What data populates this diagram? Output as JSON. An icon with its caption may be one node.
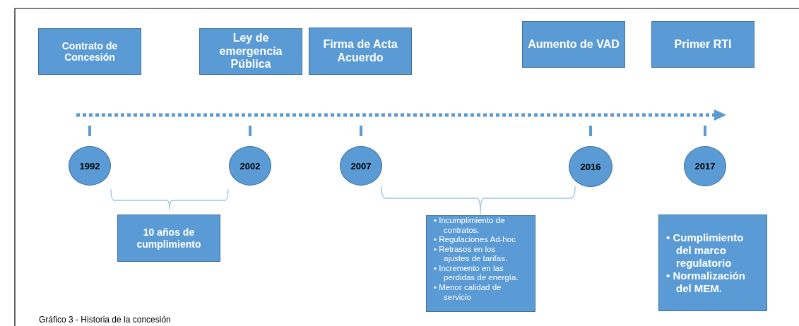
{
  "diagram": {
    "caption": "Gráfico 3 - Historia de la concesión",
    "nodes": [
      {
        "text": [
          "Contrato de Concesión"
        ]
      },
      {
        "text": [
          "Ley de emergencia Pública"
        ]
      },
      {
        "text": [
          "Firma de Acta Acuerdo"
        ]
      },
      {
        "text": [
          "Aumento de VAD"
        ]
      },
      {
        "text": [
          "Primer RTI"
        ]
      },
      {
        "text": [
          "1992"
        ]
      },
      {
        "text": [
          "2002"
        ]
      },
      {
        "text": [
          "2007"
        ]
      },
      {
        "text": [
          "2016"
        ]
      },
      {
        "text": [
          "2017"
        ]
      },
      {
        "text": [
          "10 años de cumplimiento"
        ]
      },
      {
        "text": [
          "• Incumplimiento de contratos.",
          "• Regulaciones Ad-hoc",
          "• Retrasos en los ajustes de tarifas.",
          "• Incremento en las perdidas de energía.",
          "• Menor calidad de servicio"
        ]
      },
      {
        "text": [
          "• Cumplimiento del marco regulatorio",
          "• Normalización del MEM."
        ]
      }
    ]
  }
}
